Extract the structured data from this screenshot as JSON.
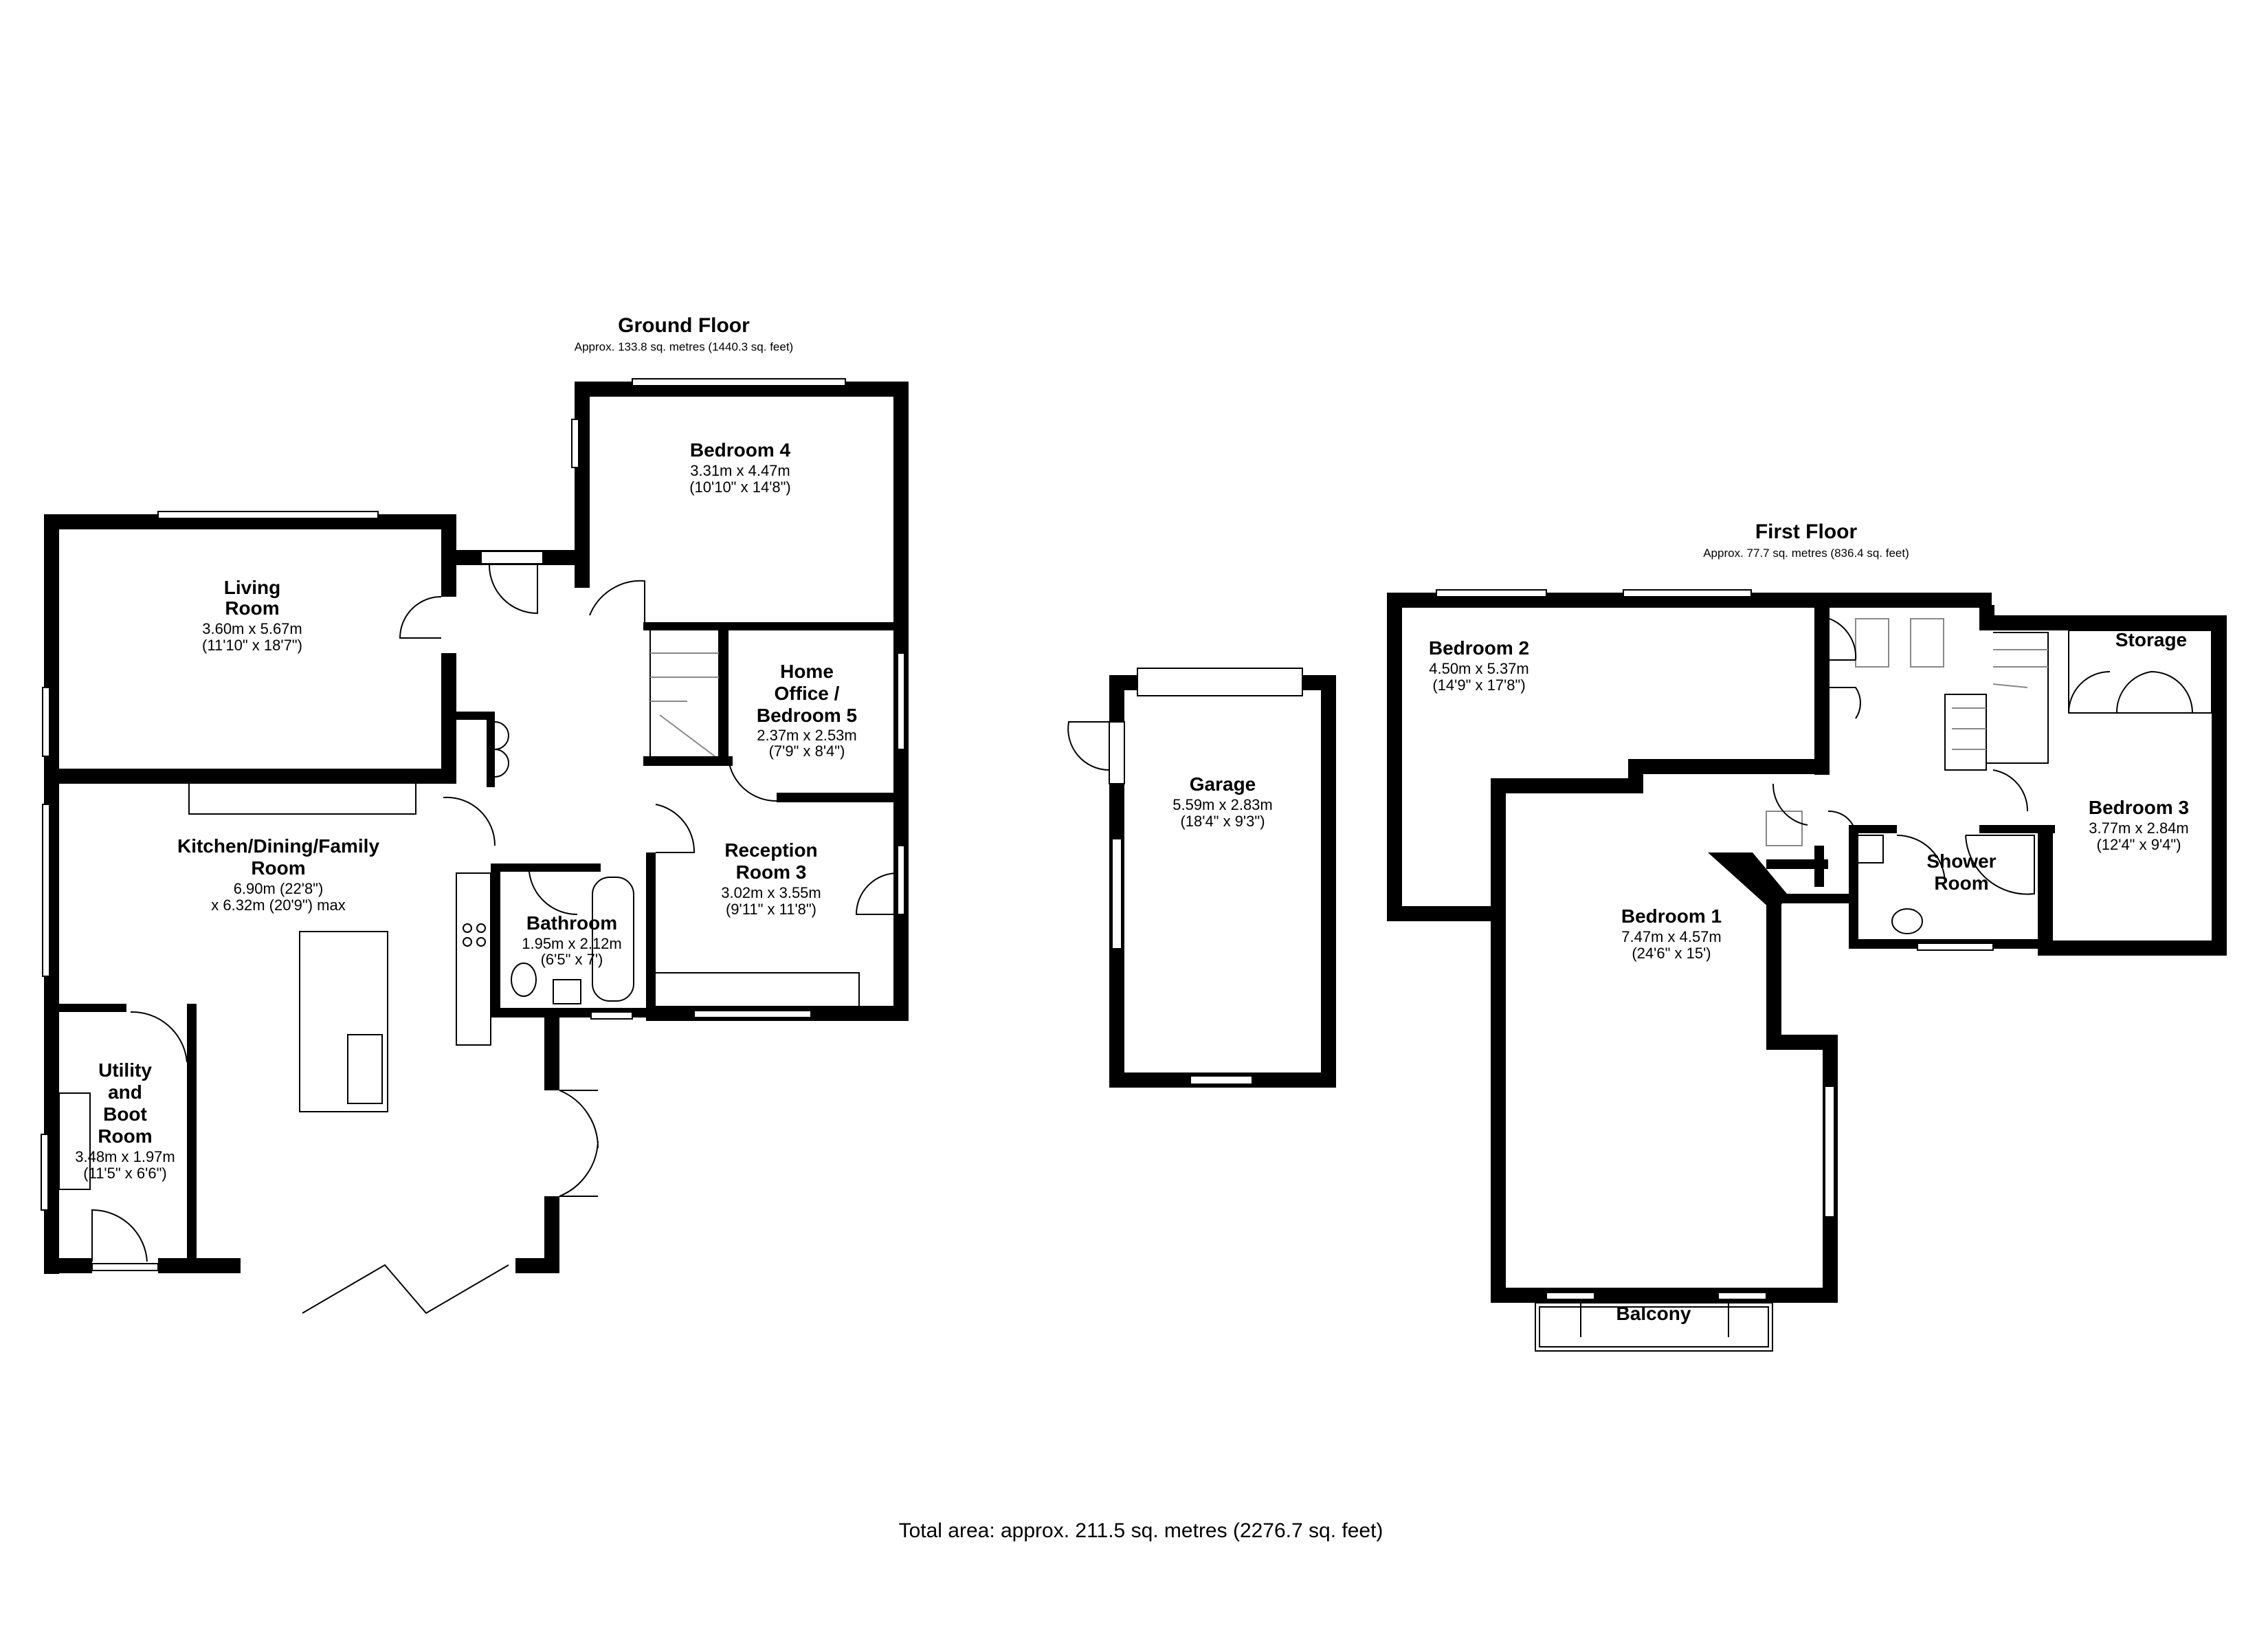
{
  "ground_floor": {
    "title": "Ground Floor",
    "area": "Approx. 133.8 sq. metres (1440.3 sq. feet)",
    "rooms": {
      "bedroom4": {
        "name": "Bedroom 4",
        "dims": "3.31m x 4.47m",
        "imperial": "(10'10\" x 14'8\")"
      },
      "living": {
        "name_line1": "Living",
        "name_line2": "Room",
        "dims": "3.60m x 5.67m",
        "imperial": "(11'10\" x 18'7\")"
      },
      "office": {
        "name_line1": "Home",
        "name_line2": "Office /",
        "name_line3": "Bedroom 5",
        "dims": "2.37m x 2.53m",
        "imperial": "(7'9\" x 8'4\")"
      },
      "kitchen": {
        "name_line1": "Kitchen/Dining/Family",
        "name_line2": "Room",
        "dims": "6.90m (22'8\")",
        "imperial": "x 6.32m (20'9\") max"
      },
      "reception": {
        "name_line1": "Reception",
        "name_line2": "Room 3",
        "dims": "3.02m x 3.55m",
        "imperial": "(9'11\" x 11'8\")"
      },
      "bathroom": {
        "name": "Bathroom",
        "dims": "1.95m x 2.12m",
        "imperial": "(6'5\" x 7')"
      },
      "utility": {
        "name_line1": "Utility",
        "name_line2": "and",
        "name_line3": "Boot",
        "name_line4": "Room",
        "dims": "3.48m x 1.97m",
        "imperial": "(11'5\" x 6'6\")"
      }
    }
  },
  "garage": {
    "name": "Garage",
    "dims": "5.59m x 2.83m",
    "imperial": "(18'4\" x 9'3\")"
  },
  "first_floor": {
    "title": "First Floor",
    "area": "Approx. 77.7 sq. metres (836.4 sq. feet)",
    "rooms": {
      "bedroom2": {
        "name": "Bedroom 2",
        "dims": "4.50m x 5.37m",
        "imperial": "(14'9\" x 17'8\")"
      },
      "storage": {
        "name": "Storage"
      },
      "bedroom3": {
        "name": "Bedroom 3",
        "dims": "3.77m x 2.84m",
        "imperial": "(12'4\" x 9'4\")"
      },
      "shower": {
        "name_line1": "Shower",
        "name_line2": "Room"
      },
      "bedroom1": {
        "name": "Bedroom 1",
        "dims": "7.47m x 4.57m",
        "imperial": "(24'6\" x 15')"
      },
      "balcony": {
        "name": "Balcony"
      }
    }
  },
  "total_area": "Total area: approx. 211.5 sq. metres (2276.7 sq. feet)"
}
